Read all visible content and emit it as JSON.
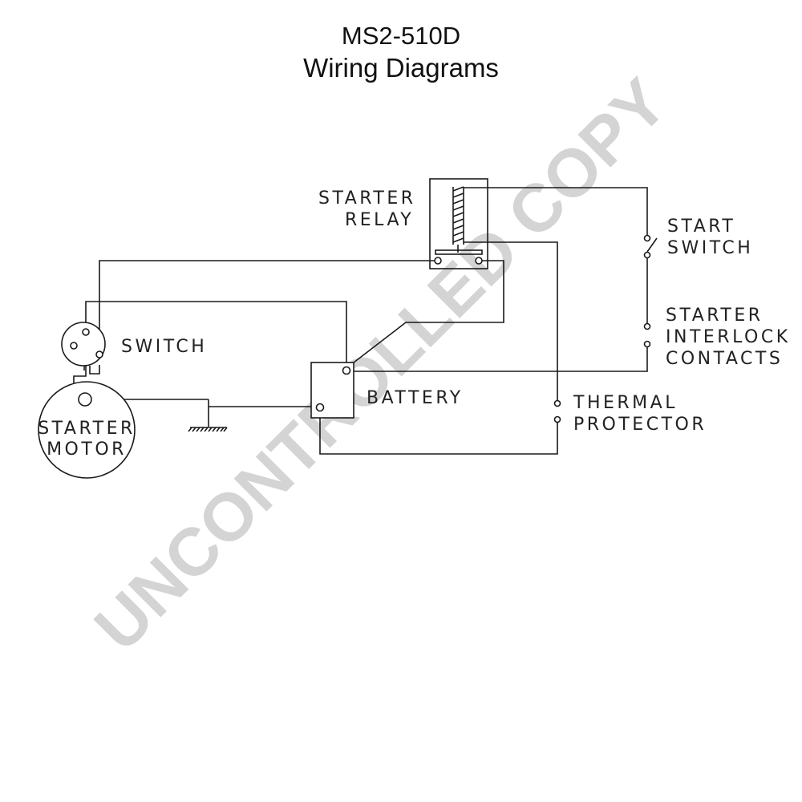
{
  "title": "MS2-510D",
  "subtitle": "Wiring Diagrams",
  "watermark": "UNCONTROLLED COPY",
  "labels": {
    "starter_relay_1": "STARTER",
    "starter_relay_2": "RELAY",
    "start_switch_1": "START",
    "start_switch_2": "SWITCH",
    "interlock_1": "STARTER",
    "interlock_2": "INTERLOCK",
    "interlock_3": "CONTACTS",
    "switch": "SWITCH",
    "battery": "BATTERY",
    "thermal_1": "THERMAL",
    "thermal_2": "PROTECTOR",
    "motor_1": "STARTER",
    "motor_2": "MOTOR"
  },
  "colors": {
    "line": "#1a1a1a",
    "watermark": "#d4d4d4",
    "background": "#ffffff"
  }
}
